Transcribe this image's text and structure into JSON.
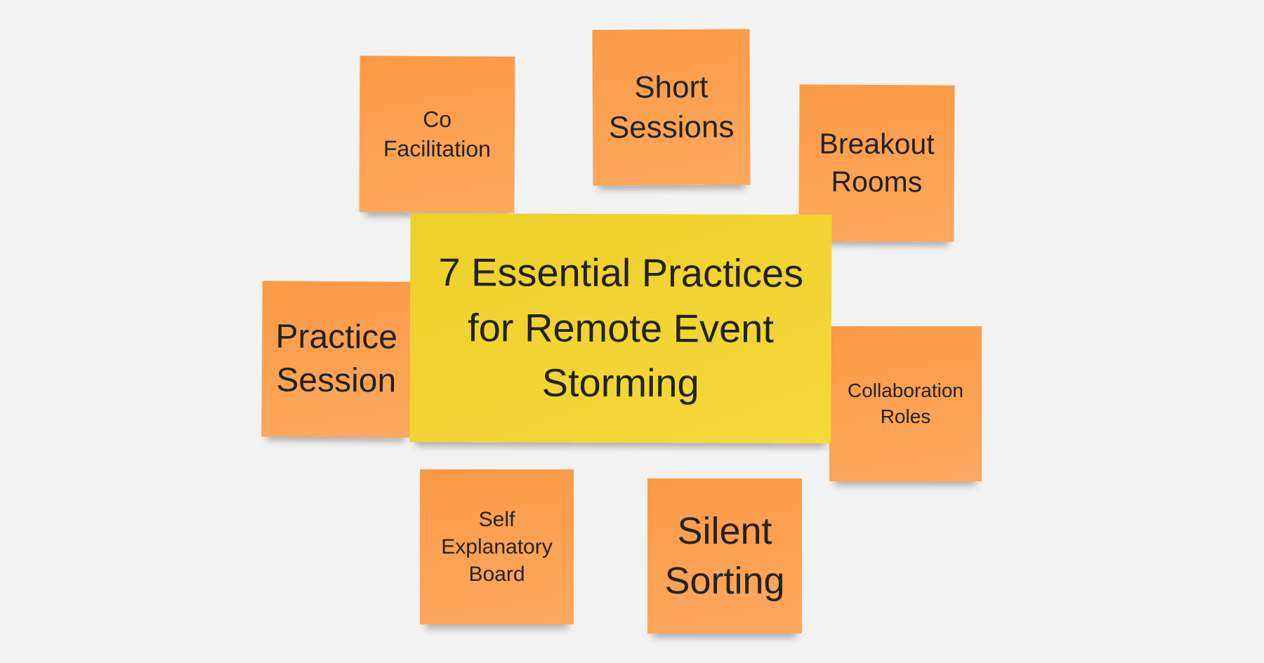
{
  "center_note": {
    "text": "7 Essential Practices\nfor Remote Event\nStorming",
    "color": "#f2d52f"
  },
  "notes": [
    {
      "text": "Co\nFacilitation",
      "color": "#fc9f50"
    },
    {
      "text": "Short\nSessions",
      "color": "#fc9f50"
    },
    {
      "text": "Breakout\nRooms",
      "color": "#fc9f50"
    },
    {
      "text": "Practice\nSession",
      "color": "#fc9f50"
    },
    {
      "text": "Collaboration\nRoles",
      "color": "#fc9f50"
    },
    {
      "text": "Self\nExplanatory\nBoard",
      "color": "#fc9f50"
    },
    {
      "text": "Silent\nSorting",
      "color": "#fc9f50"
    }
  ]
}
